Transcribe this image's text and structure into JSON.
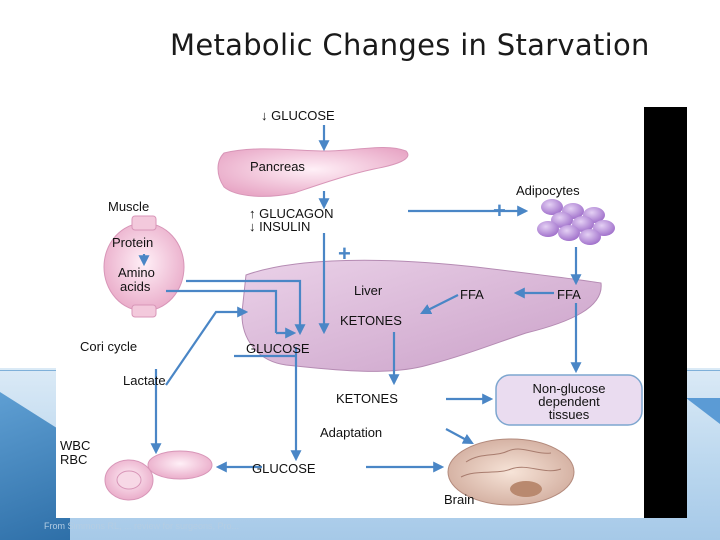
{
  "slide": {
    "title": "Metabolic Changes in Starvation",
    "citation": "From Simmons RL, ... review for surgeons, Pro..."
  },
  "diagram": {
    "glucose_top": "↓ GLUCOSE",
    "pancreas": "Pancreas",
    "glucagon": "↑ GLUCAGON",
    "insulin": "↓ INSULIN",
    "adipocytes": "Adipocytes",
    "muscle": "Muscle",
    "protein": "Protein",
    "amino_line1": "Amino",
    "amino_line2": "acids",
    "liver": "Liver",
    "ffa_liver": "FFA",
    "ffa_right": "FFA",
    "ketones_liver": "KETONES",
    "glucose_liver": "GLUCOSE",
    "cori_cycle": "Cori cycle",
    "lactate": "Lactate",
    "ketones_out": "KETONES",
    "adaptation": "Adaptation",
    "nongluc_line1": "Non-glucose",
    "nongluc_line2": "dependent",
    "nongluc_line3": "tissues",
    "wbc": "WBC",
    "rbc": "RBC",
    "glucose_bottom": "GLUCOSE",
    "brain": "Brain",
    "plus_sign": "+"
  },
  "colors": {
    "arrow": "#4a86c6",
    "pink_organ": "#f2c4d9",
    "purple_cells": "#b98fd8",
    "liver": "#d9b6d6",
    "tissue_box": "#eadcf0"
  }
}
